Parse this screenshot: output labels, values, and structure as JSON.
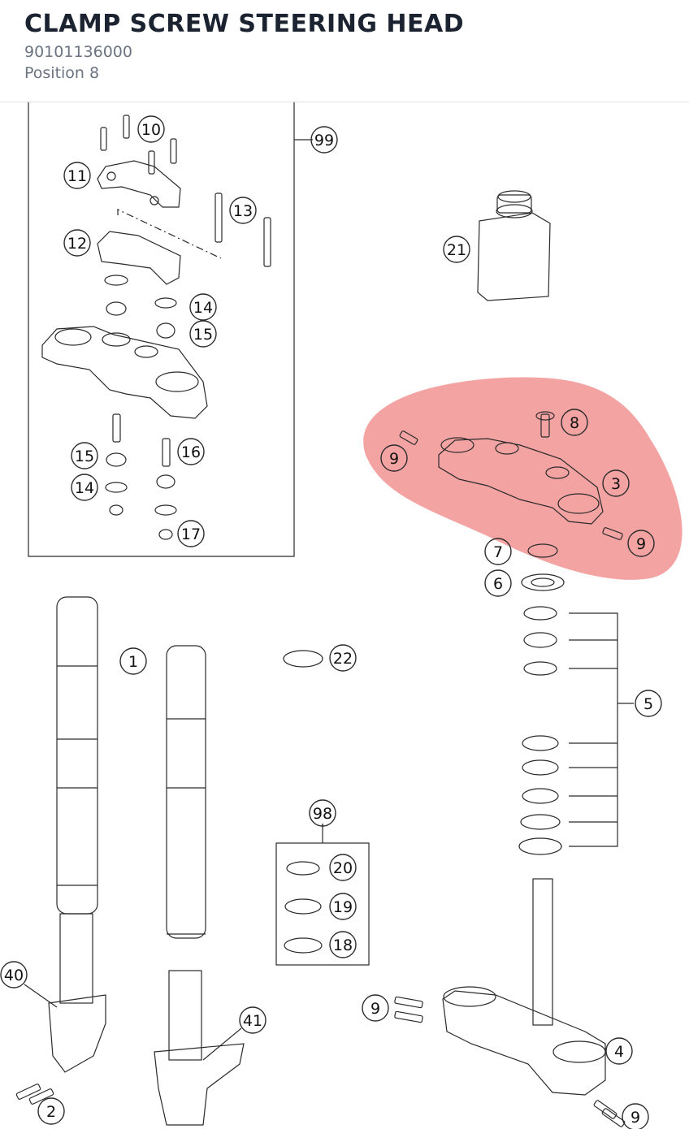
{
  "header": {
    "title": "CLAMP SCREW STEERING HEAD",
    "part_number": "90101136000",
    "position_label": "Position 8"
  },
  "highlight": {
    "color": "#f08080",
    "target_part": "8"
  },
  "callouts": [
    {
      "id": "c10",
      "label": "10"
    },
    {
      "id": "c99",
      "label": "99"
    },
    {
      "id": "c11",
      "label": "11"
    },
    {
      "id": "c13",
      "label": "13"
    },
    {
      "id": "c12",
      "label": "12"
    },
    {
      "id": "c21",
      "label": "21"
    },
    {
      "id": "c14a",
      "label": "14"
    },
    {
      "id": "c15a",
      "label": "15"
    },
    {
      "id": "c15b",
      "label": "15"
    },
    {
      "id": "c16",
      "label": "16"
    },
    {
      "id": "c14b",
      "label": "14"
    },
    {
      "id": "c17",
      "label": "17"
    },
    {
      "id": "c8",
      "label": "8"
    },
    {
      "id": "c9a",
      "label": "9"
    },
    {
      "id": "c3",
      "label": "3"
    },
    {
      "id": "c9b",
      "label": "9"
    },
    {
      "id": "c7",
      "label": "7"
    },
    {
      "id": "c6",
      "label": "6"
    },
    {
      "id": "c1",
      "label": "1"
    },
    {
      "id": "c22",
      "label": "22"
    },
    {
      "id": "c5",
      "label": "5"
    },
    {
      "id": "c98",
      "label": "98"
    },
    {
      "id": "c20",
      "label": "20"
    },
    {
      "id": "c19",
      "label": "19"
    },
    {
      "id": "c18",
      "label": "18"
    },
    {
      "id": "c40",
      "label": "40"
    },
    {
      "id": "c41",
      "label": "41"
    },
    {
      "id": "c9c",
      "label": "9"
    },
    {
      "id": "c4",
      "label": "4"
    },
    {
      "id": "c2",
      "label": "2"
    },
    {
      "id": "c9d",
      "label": "9"
    }
  ]
}
